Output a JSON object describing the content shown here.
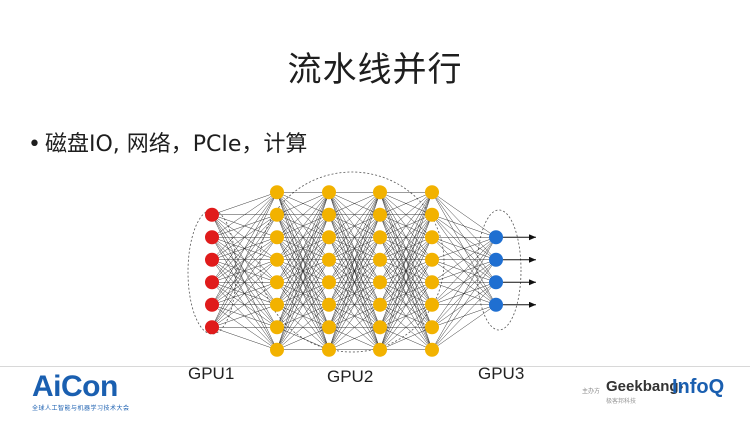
{
  "slide": {
    "title": "流水线并行",
    "bullet": "磁盘IO, 网络，PCIe，计算"
  },
  "diagram": {
    "layers": [
      {
        "count": 6,
        "color": "#e01b1b"
      },
      {
        "count": 8,
        "color": "#f2b200"
      },
      {
        "count": 8,
        "color": "#f2b200"
      },
      {
        "count": 8,
        "color": "#f2b200"
      },
      {
        "count": 8,
        "color": "#f2b200"
      },
      {
        "count": 4,
        "color": "#1f6fd1"
      }
    ],
    "gpu_labels": [
      "GPU1",
      "GPU2",
      "GPU3"
    ]
  },
  "footer": {
    "logo": "AiCon",
    "logo_sub": "全球人工智能与机器学习技术大会",
    "organizer": "主办方",
    "geekbang": "Geekbang›",
    "geekbang_sub": "极客邦科技",
    "infoq": "InfoQ"
  }
}
